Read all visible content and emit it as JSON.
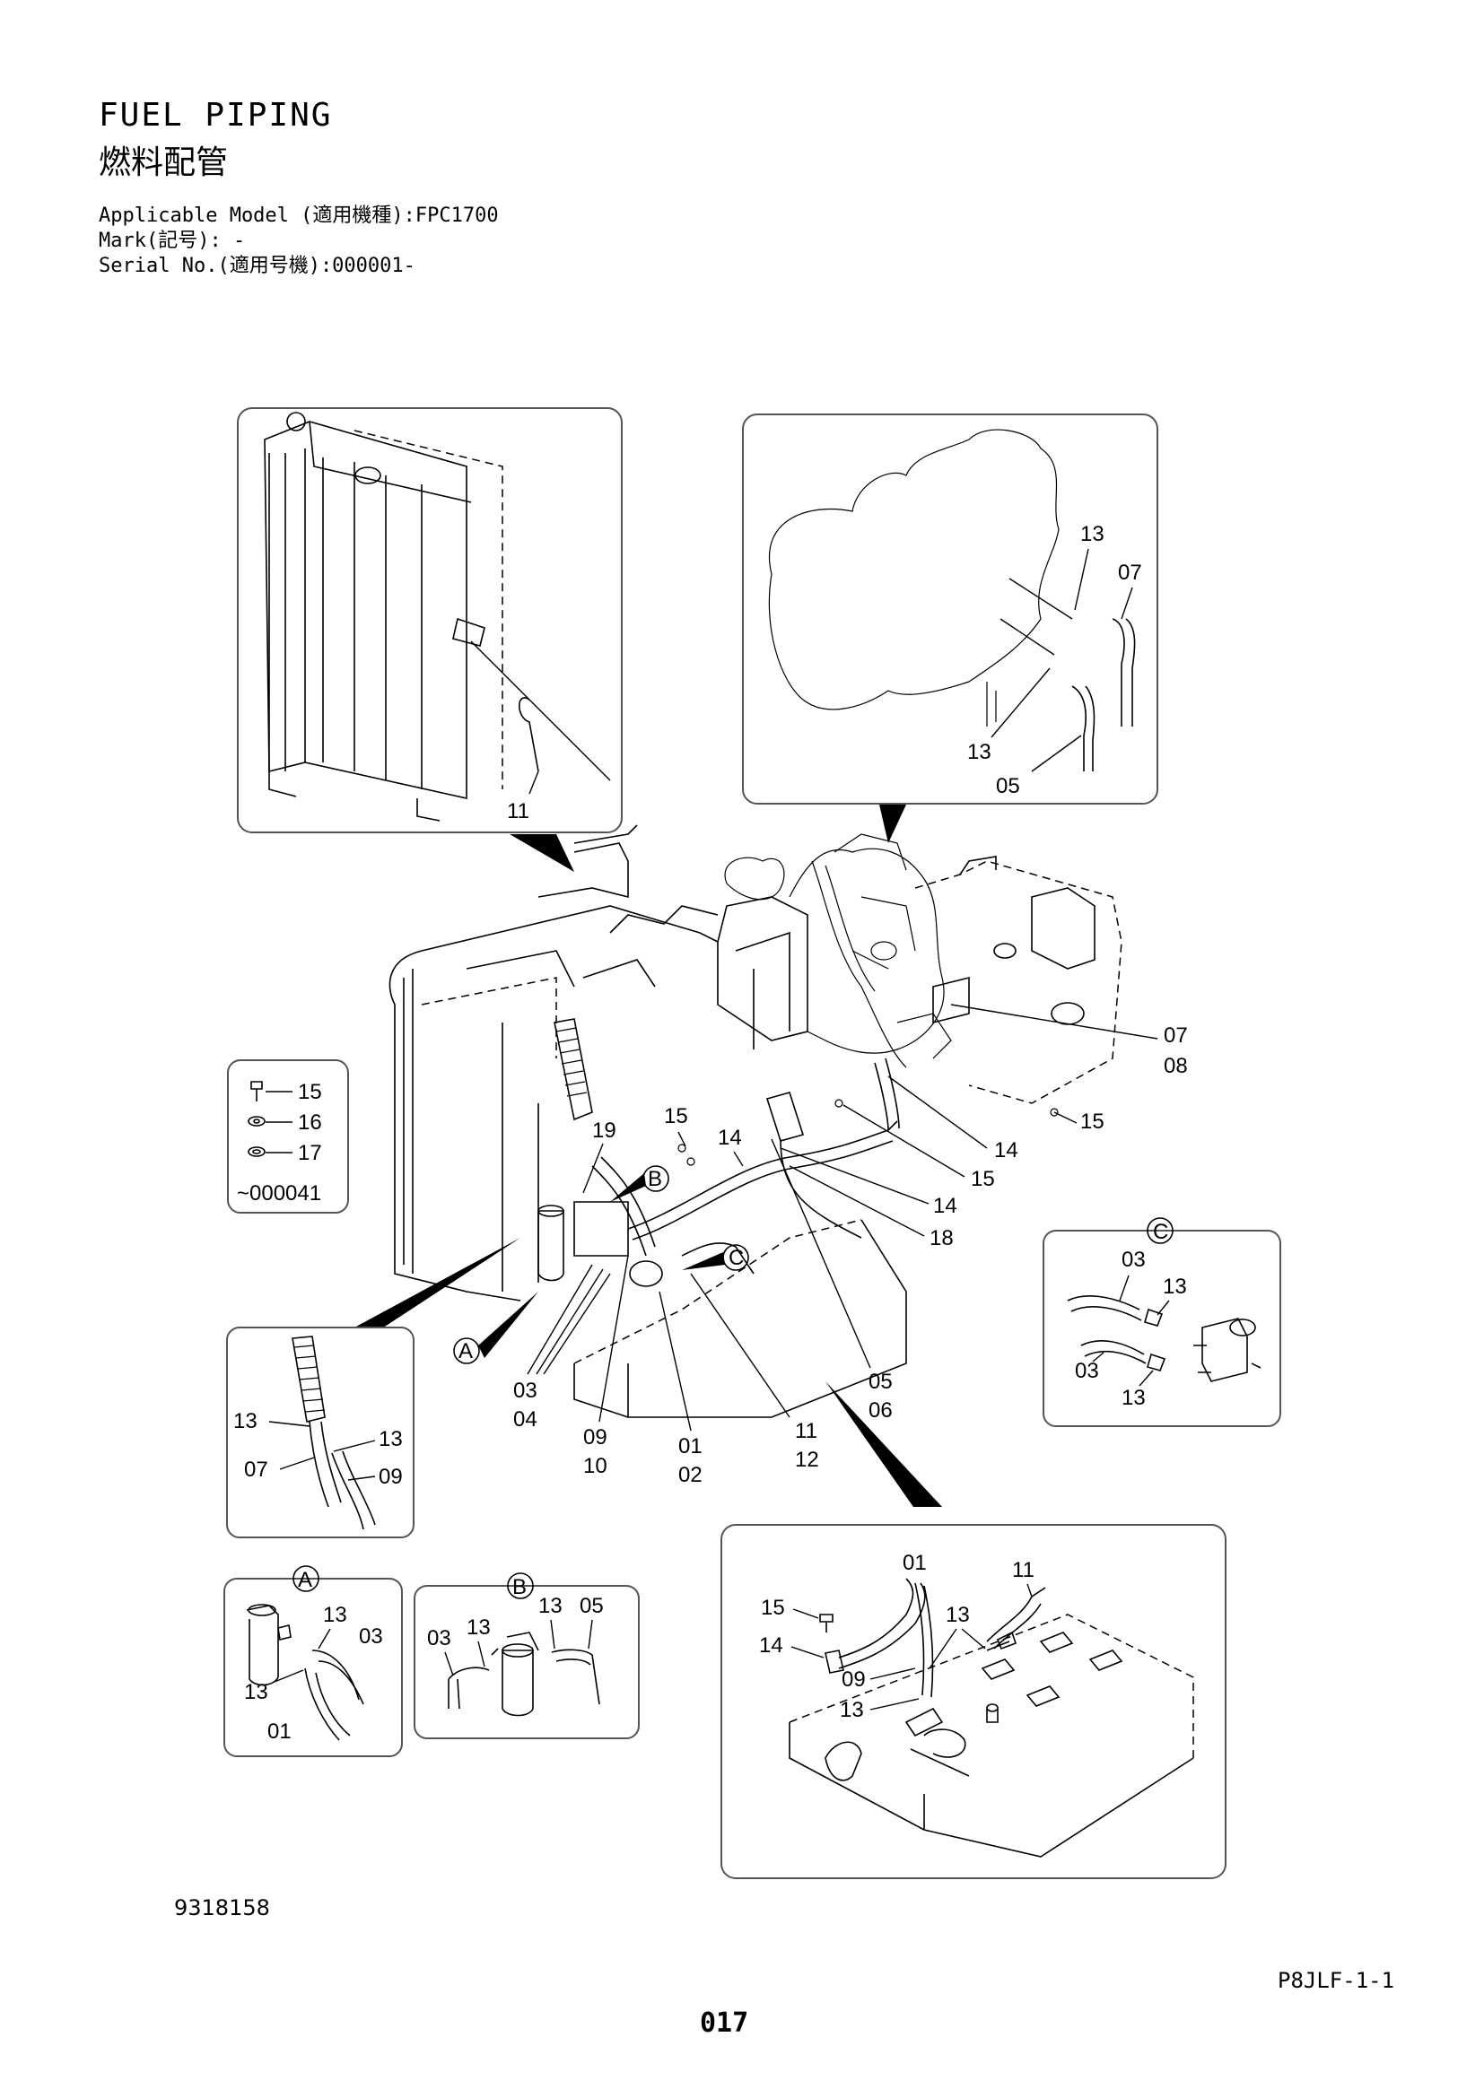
{
  "header": {
    "title_en": "FUEL PIPING",
    "title_jp": "燃料配管",
    "model_line": "Applicable Model (適用機種):FPC1700",
    "mark_line": "Mark(記号): -",
    "serial_line": "Serial No.(適用号機):000001-"
  },
  "legend": {
    "items": [
      {
        "icon": "bolt-icon",
        "label": "15"
      },
      {
        "icon": "washer-icon",
        "label": "16"
      },
      {
        "icon": "washer-icon",
        "label": "17"
      }
    ],
    "serial": "~000041"
  },
  "detail_labels": {
    "a": "A",
    "b": "B",
    "c": "C"
  },
  "callouts": {
    "radiator": [
      "11"
    ],
    "engine": [
      "13",
      "07",
      "13",
      "05"
    ],
    "main": [
      "07",
      "08",
      "15",
      "19",
      "15",
      "14",
      "14",
      "15",
      "14",
      "18",
      "03",
      "04",
      "09",
      "10",
      "01",
      "02",
      "11",
      "12",
      "05",
      "06"
    ],
    "detail_c": [
      "03",
      "13",
      "03",
      "13"
    ],
    "oil_cooler": [
      "13",
      "13",
      "07",
      "09"
    ],
    "detail_a": [
      "13",
      "03",
      "13",
      "01"
    ],
    "detail_b": [
      "13",
      "13",
      "05",
      "03"
    ],
    "tank": [
      "01",
      "11",
      "15",
      "13",
      "14",
      "09",
      "13"
    ]
  },
  "footer": {
    "drawing_no": "9318158",
    "page_code": "P8JLF-1-1",
    "page_no": "017"
  }
}
